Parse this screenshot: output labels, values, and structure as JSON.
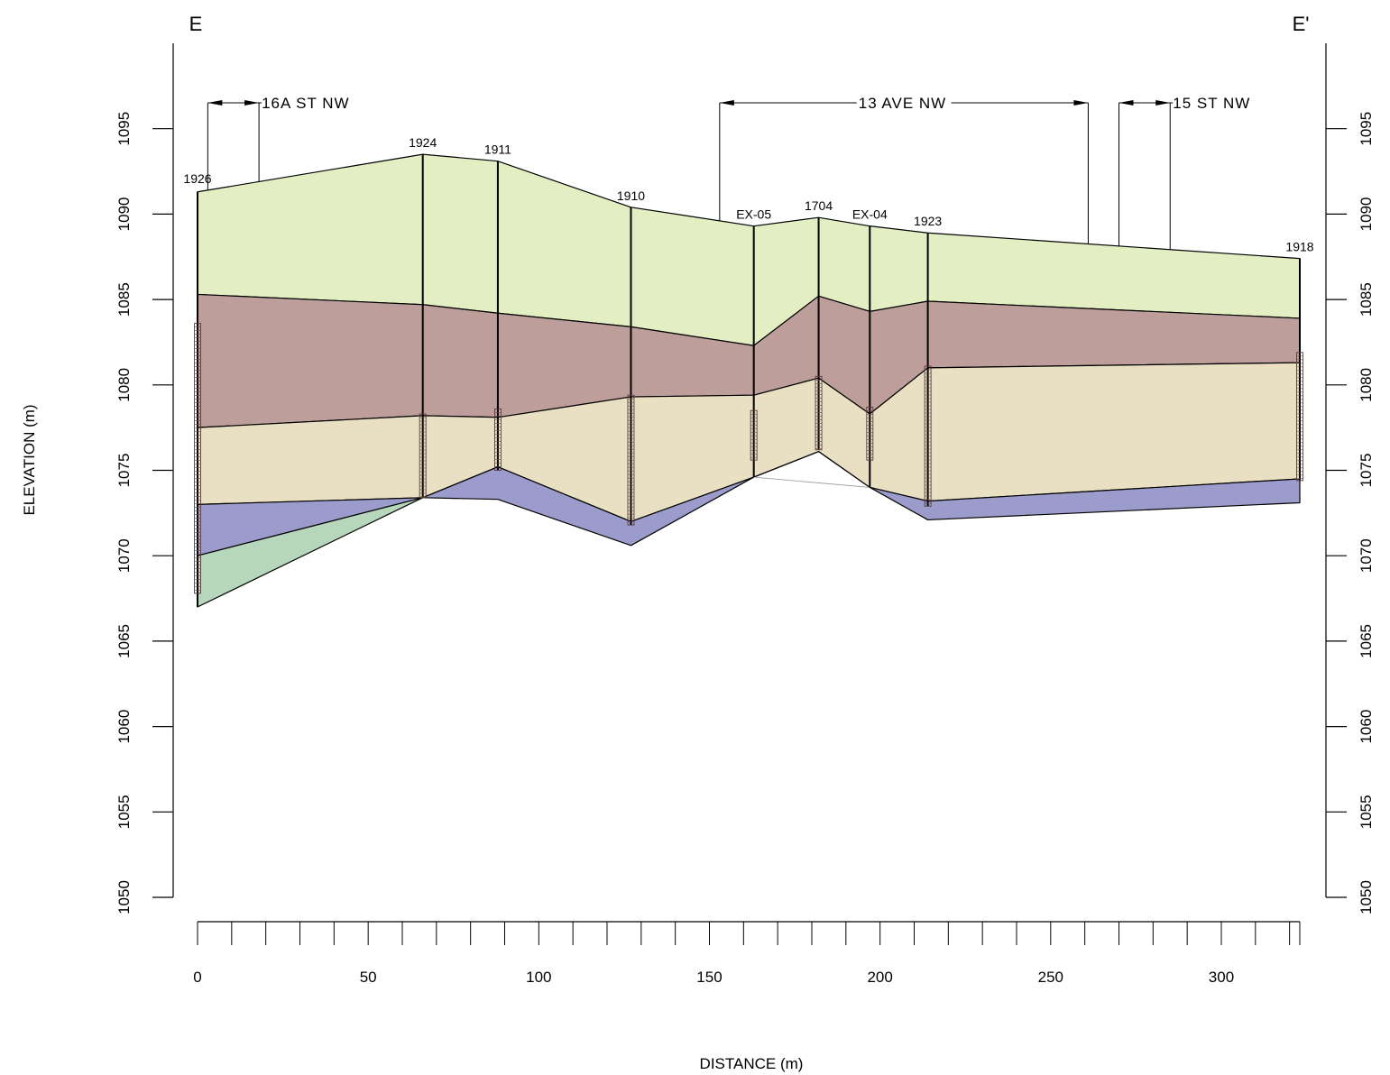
{
  "section": {
    "start_label": "E",
    "end_label": "E'"
  },
  "axes": {
    "x_title": "DISTANCE (m)",
    "y_title": "ELEVATION (m)",
    "x_range": [
      0,
      323
    ],
    "x_ticks": [
      0,
      50,
      100,
      150,
      200,
      250,
      300
    ],
    "x_minor_step": 10,
    "y_range": [
      1050,
      1100
    ],
    "y_ticks": [
      1050,
      1055,
      1060,
      1065,
      1070,
      1075,
      1080,
      1085,
      1090,
      1095
    ]
  },
  "boreholes": [
    {
      "id": "1926",
      "x": 0,
      "top": 1091.3,
      "bottom": 1067.0,
      "screen": [
        1067.8,
        1083.6
      ]
    },
    {
      "id": "1924",
      "x": 66,
      "top": 1093.5,
      "bottom": 1073.4,
      "screen": [
        1073.4,
        1078.3
      ]
    },
    {
      "id": "1911",
      "x": 88,
      "top": 1093.1,
      "bottom": 1075.0,
      "screen": [
        1075.0,
        1078.6
      ]
    },
    {
      "id": "1910",
      "x": 127,
      "top": 1090.4,
      "bottom": 1071.8,
      "screen": [
        1071.8,
        1079.4
      ]
    },
    {
      "id": "EX-05",
      "x": 163,
      "top": 1089.3,
      "bottom": 1074.6,
      "screen": [
        1075.6,
        1078.5
      ]
    },
    {
      "id": "1704",
      "x": 182,
      "top": 1089.8,
      "bottom": 1076.2,
      "screen": [
        1076.2,
        1080.5
      ]
    },
    {
      "id": "EX-04",
      "x": 197,
      "top": 1089.3,
      "bottom": 1074.0,
      "screen": [
        1075.6,
        1078.7
      ]
    },
    {
      "id": "1923",
      "x": 214,
      "top": 1088.9,
      "bottom": 1072.9,
      "screen": [
        1072.9,
        1081.1
      ]
    },
    {
      "id": "1918",
      "x": 323,
      "top": 1087.4,
      "bottom": 1074.4,
      "screen": [
        1074.4,
        1081.9
      ]
    }
  ],
  "layers": [
    {
      "key": "unit-1",
      "color": "#e3efc3",
      "top": [
        1091.3,
        1093.5,
        1093.1,
        1090.4,
        1089.3,
        1089.8,
        1089.3,
        1088.9,
        1087.4
      ],
      "bottom": [
        1085.3,
        1084.7,
        1084.2,
        1083.4,
        1082.3,
        1085.2,
        1084.3,
        1084.9,
        1083.9
      ]
    },
    {
      "key": "unit-2",
      "color": "#bd9e9b",
      "top": [
        1085.3,
        1084.7,
        1084.2,
        1083.4,
        1082.3,
        1085.2,
        1084.3,
        1084.9,
        1083.9
      ],
      "bottom": [
        1077.5,
        1078.2,
        1078.1,
        1079.3,
        1079.4,
        1080.4,
        1078.3,
        1081.0,
        1081.3
      ]
    },
    {
      "key": "unit-3",
      "color": "#e9e0c3",
      "top": [
        1077.5,
        1078.2,
        1078.1,
        1079.3,
        1079.4,
        1080.4,
        1078.3,
        1081.0,
        1081.3
      ],
      "bottom": [
        1073.0,
        1073.4,
        1075.2,
        1072.0,
        1074.6,
        1076.1,
        1074.0,
        1073.2,
        1074.5
      ]
    },
    {
      "key": "unit-4",
      "color": "#9b9ccb",
      "top": [
        1073.0,
        1073.4,
        1075.2,
        1072.0,
        1074.6,
        1076.1,
        1074.0,
        1073.2,
        1074.5
      ],
      "bottom": [
        1070.0,
        1073.4,
        1073.3,
        1070.6,
        1074.6,
        1076.1,
        1074.0,
        1072.1,
        1073.1
      ]
    },
    {
      "key": "unit-5",
      "color": "#b6d7bb",
      "top": [
        1070.0,
        1073.4,
        null,
        null,
        null,
        null,
        null,
        null,
        null
      ],
      "bottom": [
        1067.0,
        1073.4,
        null,
        null,
        null,
        null,
        null,
        null,
        null
      ]
    }
  ],
  "streets": [
    {
      "label": "16A ST NW",
      "from": 3,
      "to": 18,
      "arrow_from": true,
      "arrow_to": true
    },
    {
      "label": "13 AVE NW",
      "from": 153,
      "to": 261,
      "arrow_from": true,
      "arrow_to": true
    },
    {
      "label": "15 ST NW",
      "from": 270,
      "to": 285,
      "arrow_from": true,
      "arrow_to": true
    }
  ]
}
